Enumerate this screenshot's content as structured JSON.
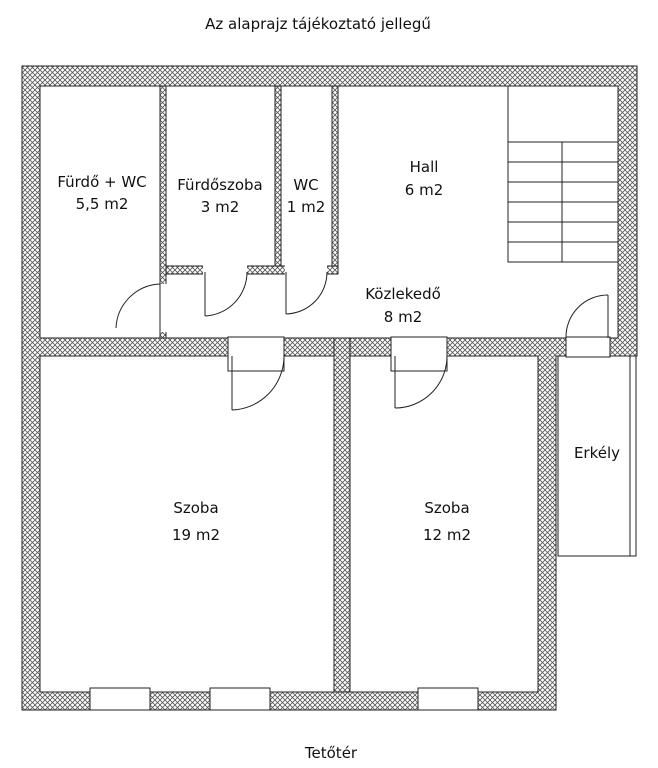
{
  "title": "Az alaprajz tájékoztató jellegű",
  "footer": "Tetőtér",
  "rooms": [
    {
      "id": "furdo-wc",
      "name": "Fürdő + WC",
      "area": "5,5 m2"
    },
    {
      "id": "furdoszoba",
      "name": "Fürdőszoba",
      "area": "3 m2"
    },
    {
      "id": "wc",
      "name": "WC",
      "area": "1 m2"
    },
    {
      "id": "hall",
      "name": "Hall",
      "area": "6 m2"
    },
    {
      "id": "kozlekedo",
      "name": "Közlekedő",
      "area": "8 m2"
    },
    {
      "id": "erkely",
      "name": "Erkély",
      "area": ""
    },
    {
      "id": "szoba-1",
      "name": "Szoba",
      "area": "19 m2"
    },
    {
      "id": "szoba-2",
      "name": "Szoba",
      "area": "12 m2"
    }
  ],
  "colors": {
    "wall_line": "#222222",
    "hatch": "#555555",
    "background": "#ffffff"
  }
}
